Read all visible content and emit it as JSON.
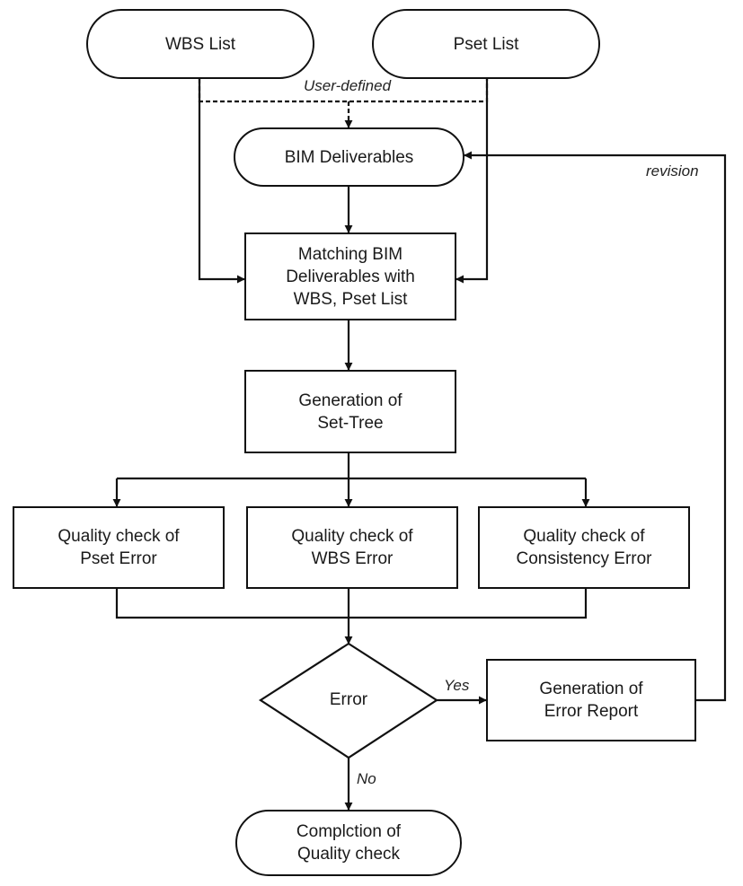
{
  "nodes": {
    "wbs_list": "WBS List",
    "pset_list": "Pset List",
    "bim_deliverables": "BIM Deliverables",
    "matching": "Matching BIM\nDeliverables with\nWBS, Pset List",
    "set_tree": "Generation of\nSet-Tree",
    "qc_pset": "Quality check of\nPset Error",
    "qc_wbs": "Quality check of\nWBS Error",
    "qc_consistency": "Quality check of\nConsistency Error",
    "error_decision": "Error",
    "error_report": "Generation of\nError Report",
    "completion": "Complсtion of\nQuality check"
  },
  "edge_labels": {
    "user_defined": "User-defined",
    "revision": "revision",
    "yes": "Yes",
    "no": "No"
  }
}
